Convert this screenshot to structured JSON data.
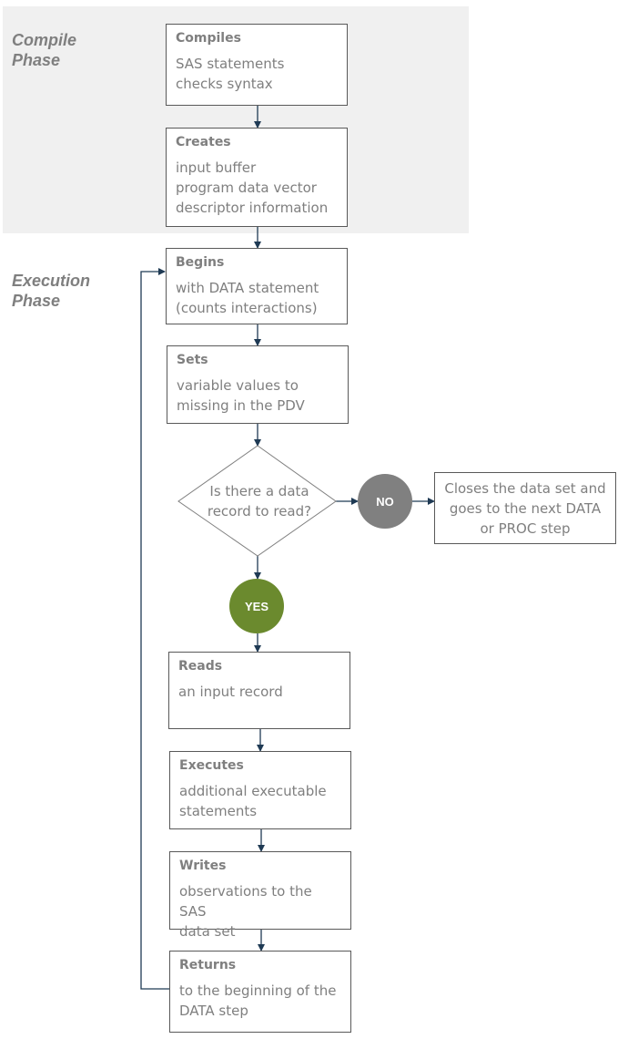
{
  "phases": {
    "compile": "Compile\nPhase",
    "execution": "Execution\nPhase"
  },
  "steps": [
    {
      "title": "Compiles",
      "body": "SAS statements\nchecks syntax"
    },
    {
      "title": "Creates",
      "body": "input buffer\nprogram data vector\ndescriptor information"
    },
    {
      "title": "Begins",
      "body": "with DATA statement\n(counts interactions)"
    },
    {
      "title": "Sets",
      "body": "variable values to\nmissing in the PDV"
    },
    {
      "title": "Reads",
      "body": "an input record"
    },
    {
      "title": "Executes",
      "body": "additional executable\nstatements"
    },
    {
      "title": "Writes",
      "body": "observations to the SAS\ndata set"
    },
    {
      "title": "Returns",
      "body": "to the beginning of the\nDATA step"
    }
  ],
  "decision": {
    "question": "Is there a data\nrecord to read?",
    "no_label": "NO",
    "yes_label": "YES",
    "no_outcome": "Closes the data set and\ngoes to the next  DATA\nor PROC step"
  },
  "colors": {
    "arrow": "#1f3a54",
    "yes": "#6b8a2e",
    "no": "#808080",
    "text": "#7f7f7f",
    "panel": "#f0f0f0"
  }
}
